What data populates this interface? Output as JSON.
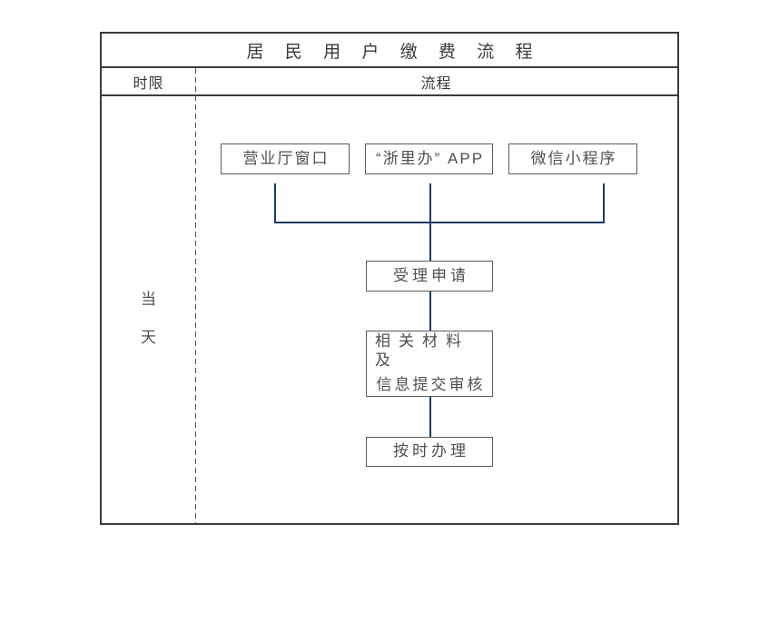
{
  "title": "居 民 用 户 缴 费 流 程",
  "header": {
    "time_limit": "时限",
    "process": "流程"
  },
  "time_limit": {
    "char1": "当",
    "char2": "天"
  },
  "channels": [
    "营业厅窗口",
    "“浙里办” APP",
    "微信小程序"
  ],
  "steps": {
    "accept": "受理申请",
    "materials_line1": "相关材料及",
    "materials_line2": "信息提交审核",
    "handle": "按时办理"
  },
  "colors": {
    "connector_line": "#1e3a60",
    "node_border": "#5a5a5a",
    "grid_border": "#3c3c3c",
    "text": "#4f4f4f"
  }
}
